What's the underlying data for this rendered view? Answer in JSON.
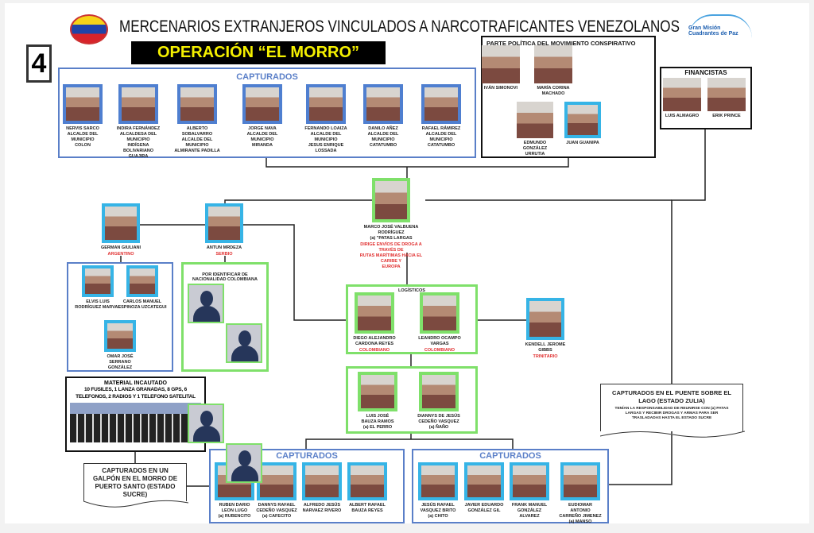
{
  "header": {
    "title": "MERCENARIOS EXTRANJEROS VINCULADOS A NARCOTRAFICANTES VENEZOLANOS",
    "page_number": "4",
    "operation": "OPERACIÓN “EL MORRO”",
    "left_logo": "venezuela-seal-logo",
    "right_logo": "Gran Misión Cuadrantes de Paz"
  },
  "top_captured": {
    "label": "CAPTURADOS",
    "people": [
      {
        "name": "NERVIS SARCO\nALCALDE DEL MUNICIPIO\nCOLON"
      },
      {
        "name": "INDIRA FERNÁNDEZ\nALCALDESA DEL MUNICIPIO\nINDÍGENA BOLIVARIANO GUAJIRA"
      },
      {
        "name": "ALBERTO SOBALVARRO\nALCALDE DEL MUNICIPIO\nALMIRANTE PADILLA"
      },
      {
        "name": "JORGE NAVA\nALCALDE DEL MUNICIPIO\nMIRANDA"
      },
      {
        "name": "FERNANDO LOAIZA\nALCALDE DEL MUNICIPIO\nJESUS ENRIQUE LOSSADA"
      },
      {
        "name": "DANILO AÑEZ\nALCALDE DEL MUNICIPIO\nCATATUMBO"
      },
      {
        "name": "RAFAEL RÁMIREZ\nALCALDE DEL MUNICIPIO\nCATATUMBO"
      }
    ]
  },
  "political": {
    "label": "PARTE  POLÍTICA DEL MOVIMIENTO CONSPIRATIVO",
    "people": [
      {
        "name": "IVÁN SIMONOVI"
      },
      {
        "name": "MARÍA CORINA\nMACHADO"
      },
      {
        "name": "EDMUNDO GONZÁLEZ\nURRUTIA"
      },
      {
        "name": "JUAN GUANIPA"
      }
    ]
  },
  "financiers": {
    "label": "FINANCISTAS",
    "people": [
      {
        "name": "LUIS ALMAGRO"
      },
      {
        "name": "ERIK PRINCE"
      }
    ]
  },
  "leader": {
    "name": "MARCO JOSÉ VALBUENA RODRÍGUEZ\n(a) \"PATAS LARGAS",
    "role": "DIRIGE ENVÍOS DE DROGA A TRAVÉS DE\nRUTAS MARÍTIMAS HACIA EL CARIBE Y\nEUROPA"
  },
  "foreign": [
    {
      "name": "GERMAN GIULIANI",
      "nationality": "ARGENTINO"
    },
    {
      "name": "ANTUN MRDEZA",
      "nationality": "SERBIO"
    },
    {
      "name": "KENDELL JEROME\nGIBBS",
      "nationality": "TRINITARIO"
    }
  ],
  "left_group": [
    {
      "name": "ELVIS LUIS\nRODRÍGUEZ MARVAL"
    },
    {
      "name": "CARLOS MANUEL\nESPINOZA UZCATEGUI"
    },
    {
      "name": "OMAR JOSÉ SERRANO\nGONZÁLEZ"
    }
  ],
  "unidentified": {
    "label": "POR IDENTIFICAR DE\nNACIONALIDAD COLOMBIANA"
  },
  "logistics": {
    "label": "LOGÍSTICOS",
    "people": [
      {
        "name": "DIEGO ALEJANDRO\nCARDONA REYES",
        "nationality": "COLOMBIANO"
      },
      {
        "name": "LEANDRO OCAMPO\nVARGAS",
        "nationality": "COLOMBIANO"
      }
    ]
  },
  "second_group": [
    {
      "name": "LUIS JOSÉ\nBAUZA RAMOS\n(a) EL PERRO"
    },
    {
      "name": "DIANNYS DE JESÚS\nCEDEÑO VASQUEZ\n(a) ÑAÑO"
    }
  ],
  "material": {
    "label": "MATERIAL INCAUTADO",
    "detail": "10 FUSILES, 1 LANZA GRANADAS, 8 GPS, 6\nTELEFONOS, 2 RADIOS Y 1 TELEFONO SATELITAL"
  },
  "galpon_note": "CAPTURADOS EN UN\nGALPÓN EN EL MORRO DE\nPUERTO SANTO (ESTADO\nSUCRE)",
  "bridge_note": {
    "title": "CAPTURADOS EN EL PUENTE SOBRE EL\nLAGO (ESTADO ZULIA)",
    "detail": "TENÍAN LA RESPONSABILIDAD DE REUNIRSE CON (a) PATAS\nLARGAS Y RECIBIR DROGAS Y ARMAS PARA SER\nTRASLADADAS HASTA EL ESTADO SUCRE"
  },
  "bottom_left": {
    "label": "CAPTURADOS",
    "people": [
      {
        "name": "RUBEN DARIO\nLEON LUGO\n(a) RUBENCITO"
      },
      {
        "name": "DANNYS RAFAEL\nCEDEÑO VASQUEZ\n(a) CAFECITO"
      },
      {
        "name": "ALFREDO JESÚS\nNARVAEZ RIVERO"
      },
      {
        "name": "ALBERT RAFAEL\nBAUZA REYES"
      }
    ]
  },
  "bottom_right": {
    "label": "CAPTURADOS",
    "people": [
      {
        "name": "JESÚS RAFAEL\nVASQUEZ BRITO\n(a) CHITO"
      },
      {
        "name": "JAVIER EDUARDO\nGONZÁLEZ GIL"
      },
      {
        "name": "FRANK MANUEL\nGONZÁLEZ ALVAREZ"
      },
      {
        "name": "EUDIOMAR ANTONIO\nCARREÑO JIMENEZ\n(a) MANSO"
      }
    ]
  }
}
